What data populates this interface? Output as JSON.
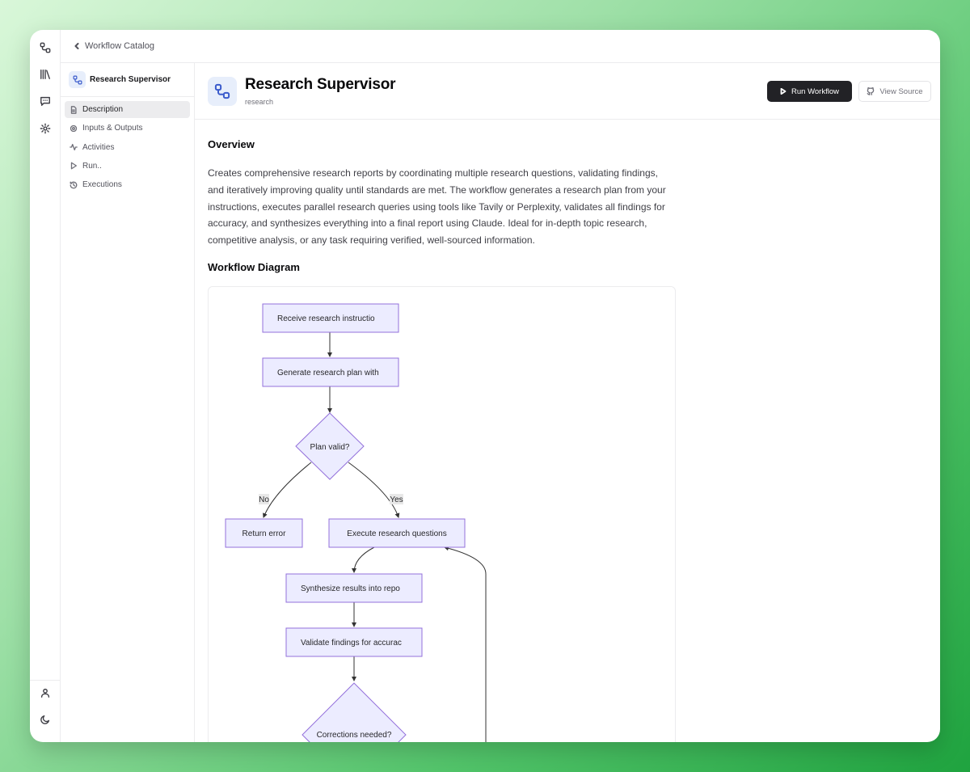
{
  "breadcrumb": {
    "back_label": "Workflow Catalog"
  },
  "nav": {
    "title": "Research Supervisor",
    "items": [
      {
        "label": "Description",
        "icon": "file-text-icon",
        "active": true
      },
      {
        "label": "Inputs & Outputs",
        "icon": "gear-icon"
      },
      {
        "label": "Activities",
        "icon": "activity-icon"
      },
      {
        "label": "Run..",
        "icon": "play-icon"
      },
      {
        "label": "Executions",
        "icon": "history-icon"
      }
    ]
  },
  "header": {
    "title": "Research Supervisor",
    "tag": "research",
    "run_label": "Run Workflow",
    "source_label": "View Source"
  },
  "overview": {
    "heading": "Overview",
    "text": "Creates comprehensive research reports by coordinating multiple research questions, validating findings, and iteratively improving quality until standards are met. The workflow generates a research plan from your instructions, executes parallel research queries using tools like Tavily or Perplexity, validates all findings for accuracy, and synthesizes everything into a final report using Claude. Ideal for in-depth topic research, competitive analysis, or any task requiring verified, well-sourced information."
  },
  "diagram": {
    "heading": "Workflow Diagram",
    "nodes": {
      "receive": "Receive research instructio",
      "generate": "Generate research plan with",
      "plan_valid": "Plan valid?",
      "return_error": "Return error",
      "execute": "Execute research questions",
      "synthesize": "Synthesize results into repo",
      "validate": "Validate findings for accurac",
      "corrections": "Corrections needed?"
    },
    "edges": {
      "no": "No",
      "yes": "Yes"
    },
    "colors": {
      "node_fill": "#ECECFF",
      "node_stroke": "#9370DB",
      "edge": "#333333"
    }
  }
}
